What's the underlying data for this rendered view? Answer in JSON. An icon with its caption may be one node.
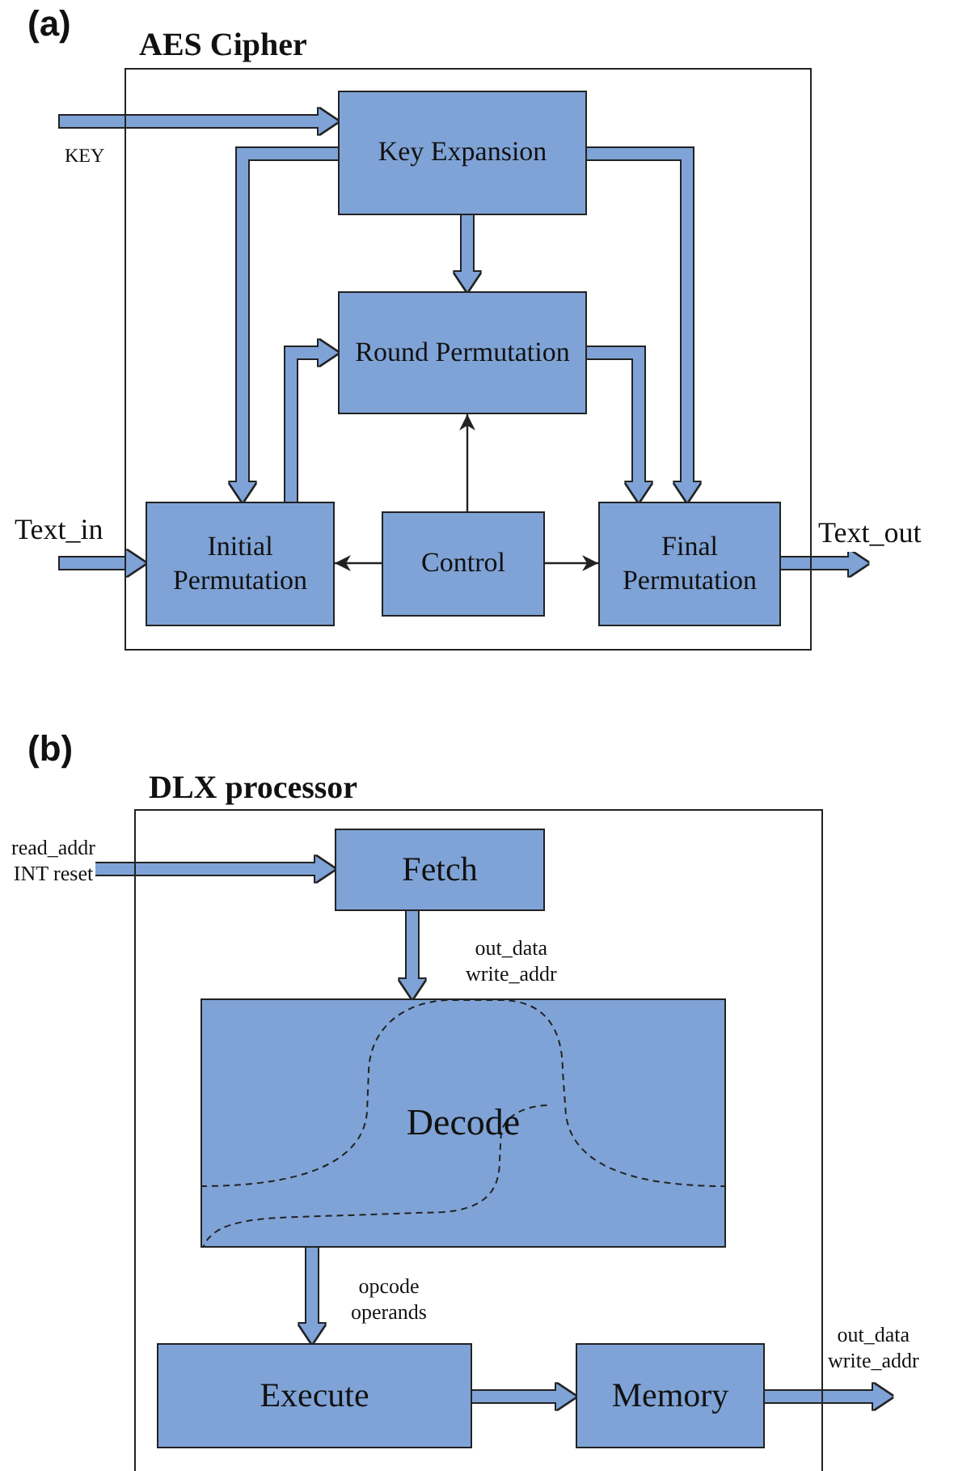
{
  "diagram": {
    "nodes": [
      {
        "text": [
          "AES Cipher"
        ]
      },
      {
        "text": [
          "Key Expansion"
        ],
        "in": 0
      },
      {
        "text": [
          "Round Permutation"
        ],
        "in": 0
      },
      {
        "text": [
          "Initial Permutation"
        ],
        "in": 0
      },
      {
        "text": [
          "Control"
        ],
        "in": 0
      },
      {
        "text": [
          "Final Permutation"
        ],
        "in": 0
      },
      {
        "text": [
          "DLX processor"
        ]
      },
      {
        "text": [
          "Fetch"
        ],
        "in": 6
      },
      {
        "text": [
          "Decode"
        ],
        "in": 6
      },
      {
        "text": [
          "Execute"
        ],
        "in": 6
      },
      {
        "text": [
          "Memory"
        ],
        "in": 6
      }
    ],
    "edges": [
      {
        "from": null,
        "to": 1,
        "arrow": "to",
        "label": "KEY"
      },
      {
        "from": 1,
        "to": 3,
        "arrow": "to"
      },
      {
        "from": 1,
        "to": 2,
        "arrow": "to"
      },
      {
        "from": 1,
        "to": 5,
        "arrow": "to"
      },
      {
        "from": 3,
        "to": 2,
        "arrow": "to"
      },
      {
        "from": 2,
        "to": 5,
        "arrow": "to"
      },
      {
        "from": 4,
        "to": 2,
        "arrow": "to",
        "color": "#222222"
      },
      {
        "from": 4,
        "to": 3,
        "arrow": "to",
        "color": "#222222"
      },
      {
        "from": 4,
        "to": 5,
        "arrow": "to",
        "color": "#222222"
      },
      {
        "from": null,
        "to": 3,
        "arrow": "to",
        "label": "Text_in"
      },
      {
        "from": 5,
        "to": null,
        "arrow": "to",
        "label": "Text_out"
      },
      {
        "from": null,
        "to": 7,
        "arrow": "to",
        "label": "read_addr INT reset"
      },
      {
        "from": 7,
        "to": 8,
        "arrow": "to",
        "label": "out_data write_addr"
      },
      {
        "from": 8,
        "to": 9,
        "arrow": "to",
        "label": "opcode operands"
      },
      {
        "from": 9,
        "to": 10,
        "arrow": "to"
      },
      {
        "from": 10,
        "to": null,
        "arrow": "to",
        "label": "out_data write_addr"
      }
    ],
    "labels": [
      "(a)",
      "(b)"
    ]
  }
}
